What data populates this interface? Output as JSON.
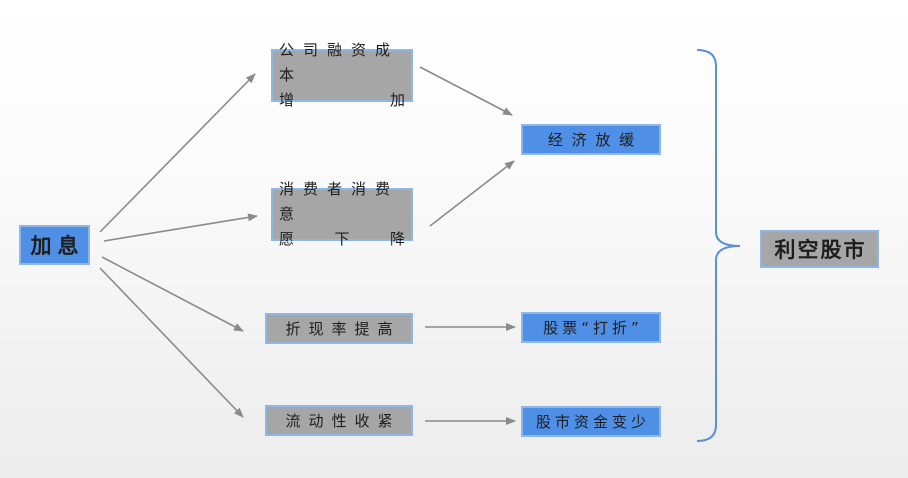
{
  "nodes": {
    "rate_hike": "加息",
    "financing_cost": {
      "line1": "公司融资成本",
      "line2": [
        "增",
        "加"
      ]
    },
    "consumer_willingness": {
      "line1": "消费者消费意",
      "line2": [
        "愿",
        "下",
        "降"
      ]
    },
    "discount_rate": "折现率提高",
    "liquidity": "流动性收紧",
    "economy_slowdown": "经 济 放 缓",
    "stock_discount": "股票“打折”",
    "fund_reduction": "股市资金变少",
    "bearish_market": "利空股市"
  },
  "colors": {
    "gray_box": "#a6a6a6",
    "blue_box": "#4f8fe6",
    "box_border": "#8fb7e6",
    "arrow": "#8a8a8a",
    "brace": "#5b8fd6"
  }
}
